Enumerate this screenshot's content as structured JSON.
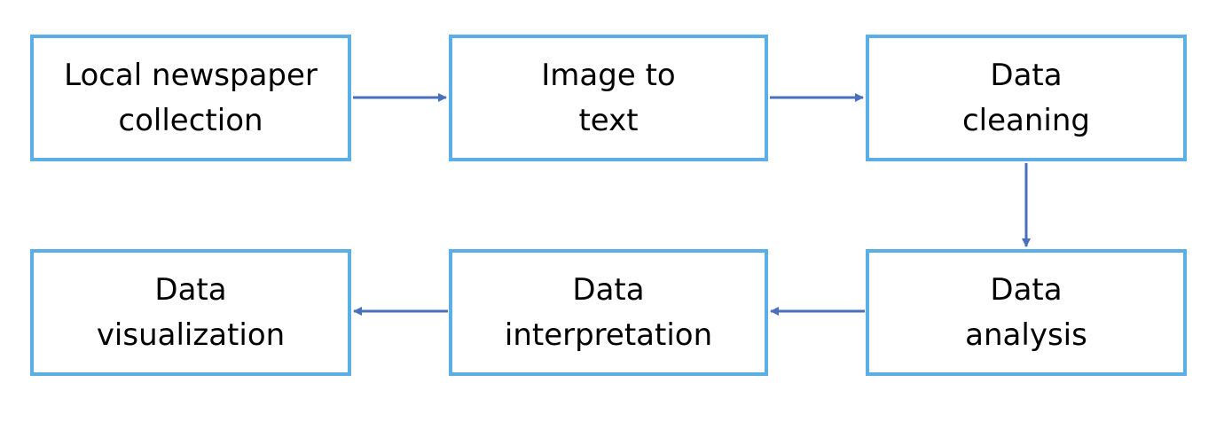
{
  "colors": {
    "box_border": "#5aafe6",
    "arrow": "#4a6fbd",
    "text": "#000000"
  },
  "steps": [
    {
      "label": "Local newspaper\ncollection"
    },
    {
      "label": "Image to\ntext"
    },
    {
      "label": "Data\ncleaning"
    },
    {
      "label": "Data\nanalysis"
    },
    {
      "label": "Data\ninterpretation"
    },
    {
      "label": "Data\nvisualization"
    }
  ],
  "arrows": [
    {
      "from": 0,
      "to": 1
    },
    {
      "from": 1,
      "to": 2
    },
    {
      "from": 2,
      "to": 3
    },
    {
      "from": 3,
      "to": 4
    },
    {
      "from": 4,
      "to": 5
    }
  ]
}
